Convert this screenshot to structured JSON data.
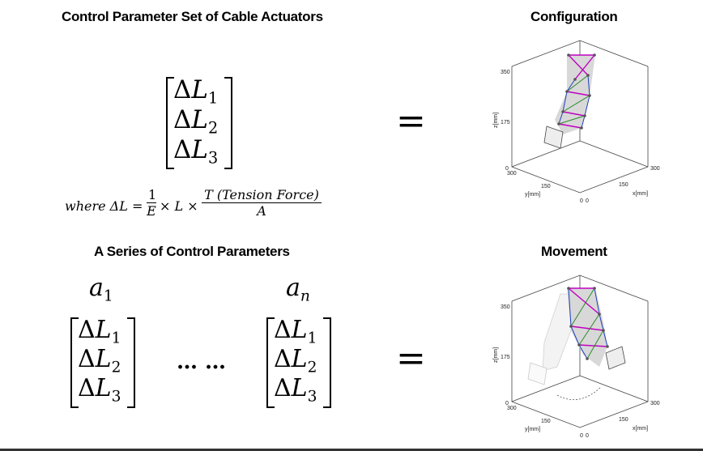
{
  "titles": {
    "control_set": "Control Parameter Set of Cable Actuators",
    "configuration": "Configuration",
    "series": "A Series of Control Parameters",
    "movement": "Movement"
  },
  "matrix_rows": [
    {
      "delta": "Δ",
      "var": "L",
      "sub": "1"
    },
    {
      "delta": "Δ",
      "var": "L",
      "sub": "2"
    },
    {
      "delta": "Δ",
      "var": "L",
      "sub": "3"
    }
  ],
  "equals": "=",
  "formula": {
    "where": "where ΔL =",
    "frac1_num": "1",
    "frac1_den": "E",
    "times_l": "× L ×",
    "frac2_num": "T (Tension Force)",
    "frac2_den": "A"
  },
  "series": {
    "a1_var": "a",
    "a1_sub": "1",
    "an_var": "a",
    "an_sub": "n",
    "ellipsis": "… …"
  },
  "plot_axes": {
    "z_label": "z[mm]",
    "y_label": "y[mm]",
    "x_label": "x[mm]",
    "z_ticks": [
      "350",
      "175",
      "0"
    ],
    "y_ticks": [
      "300",
      "150",
      "0"
    ],
    "x_ticks": [
      "0",
      "150",
      "300"
    ]
  },
  "colors": {
    "cable_magenta": "#c000c0",
    "cable_green": "#2a8a2a",
    "cable_blue": "#1f3fbf",
    "strut_gray": "#8a8a8a"
  }
}
